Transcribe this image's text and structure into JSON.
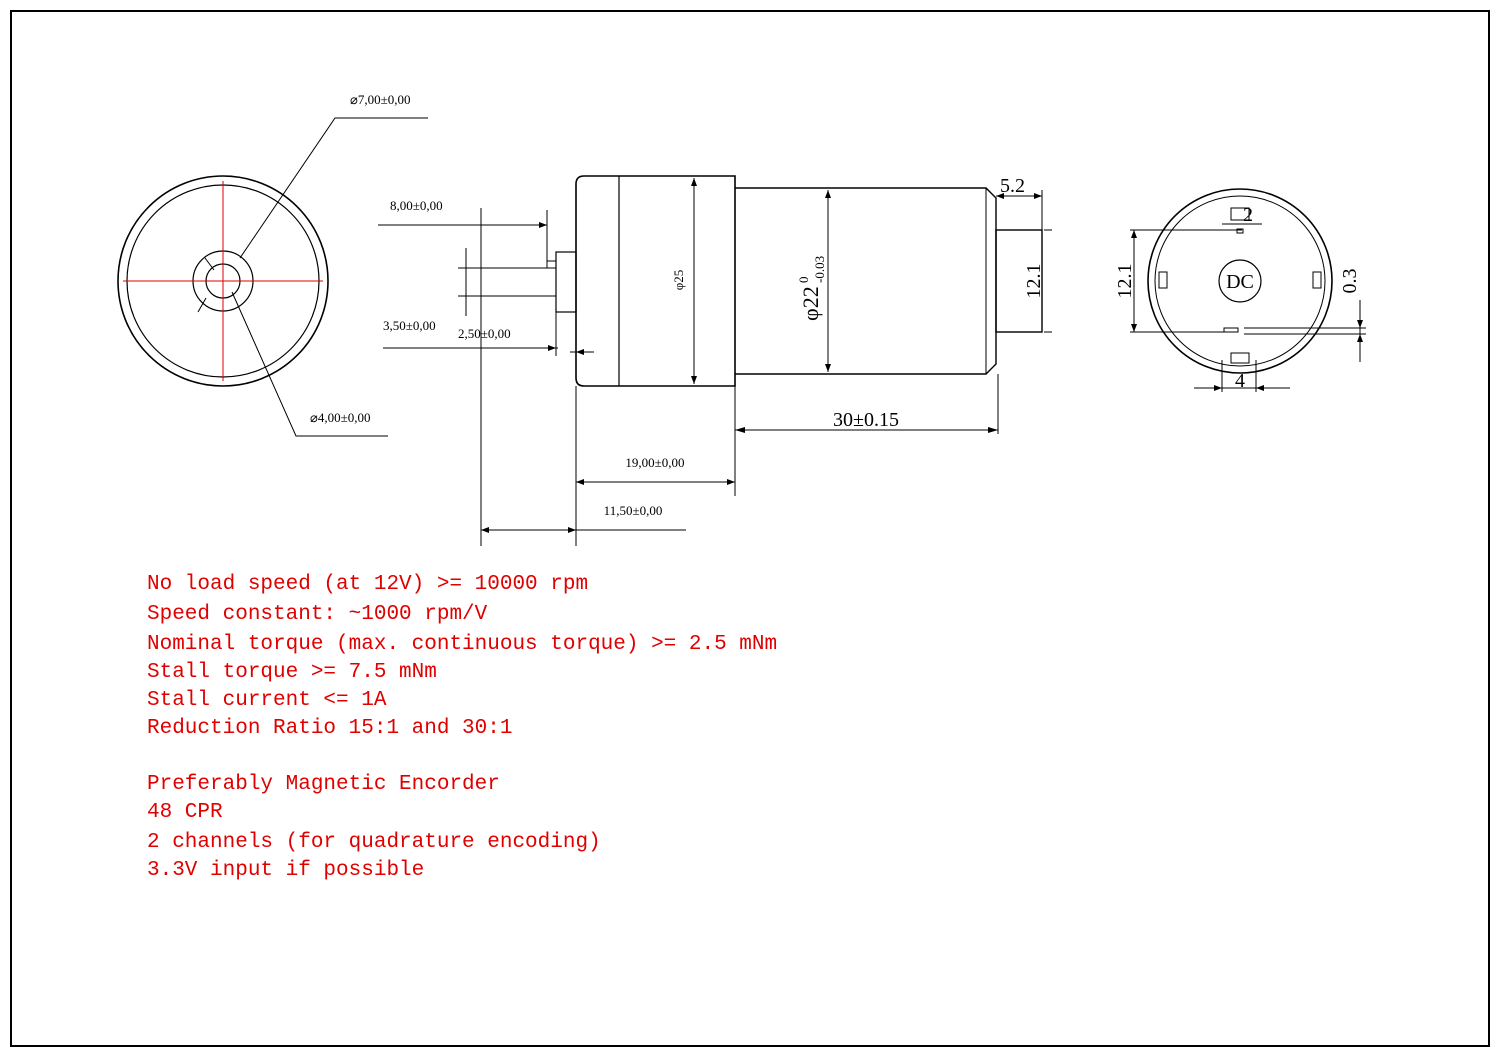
{
  "dimensions": {
    "shaft_outer_dia": "⌀7,00±0,00",
    "shaft_inner_dia": "⌀4,00±0,00",
    "shaft_length": "8,00±0,00",
    "step_a": "3,50±0,00",
    "step_b": "2,50±0,00",
    "gearbox_dia": "φ25",
    "motor_dia_main": "φ22",
    "motor_dia_upper": "0",
    "motor_dia_lower": "-0.03",
    "motor_length": "30±0.15",
    "gearbox_length": "19,00±0,00",
    "shaft_offset": "11,50±0,00",
    "rear_boss_len": "5.2",
    "rear_boss_dia": "12.1",
    "end_view_height": "12.1",
    "terminal_width": "2",
    "terminal_gap": "0.3",
    "terminal_spacing": "4",
    "motor_type_label": "DC"
  },
  "specs": {
    "lines": [
      "No load speed (at 12V) >= 10000 rpm",
      "Speed constant: ~1000 rpm/V",
      "Nominal torque (max. continuous torque) >= 2.5 mNm",
      "Stall torque >= 7.5 mNm",
      "Stall current <= 1A",
      "Reduction Ratio 15:1 and 30:1"
    ],
    "encoder_lines": [
      "Preferably Magnetic Encorder",
      "48 CPR",
      "2 channels (for quadrature encoding)",
      "3.3V input if possible"
    ]
  },
  "colors": {
    "line": "#000000",
    "accent": "#e00000",
    "background": "#ffffff"
  }
}
